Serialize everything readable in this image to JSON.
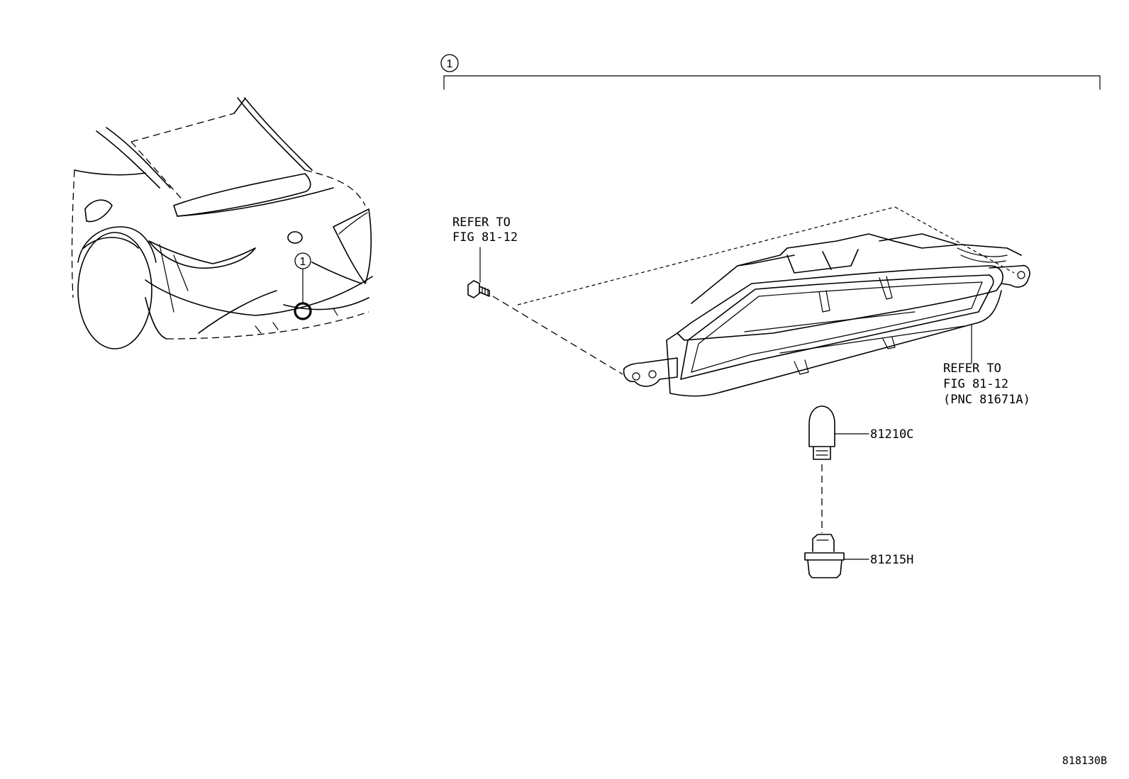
{
  "diagram": {
    "assembly_marker": "1",
    "vehicle_callout_marker": "1",
    "refer_left": {
      "line1": "REFER TO",
      "line2": "FIG 81-12"
    },
    "refer_right": {
      "line1": "REFER TO",
      "line2": "FIG 81-12",
      "line3": "(PNC 81671A)"
    },
    "parts": [
      {
        "part_number": "81210C",
        "name": "bulb"
      },
      {
        "part_number": "81215H",
        "name": "socket"
      }
    ],
    "drawing_code": "818130B"
  }
}
